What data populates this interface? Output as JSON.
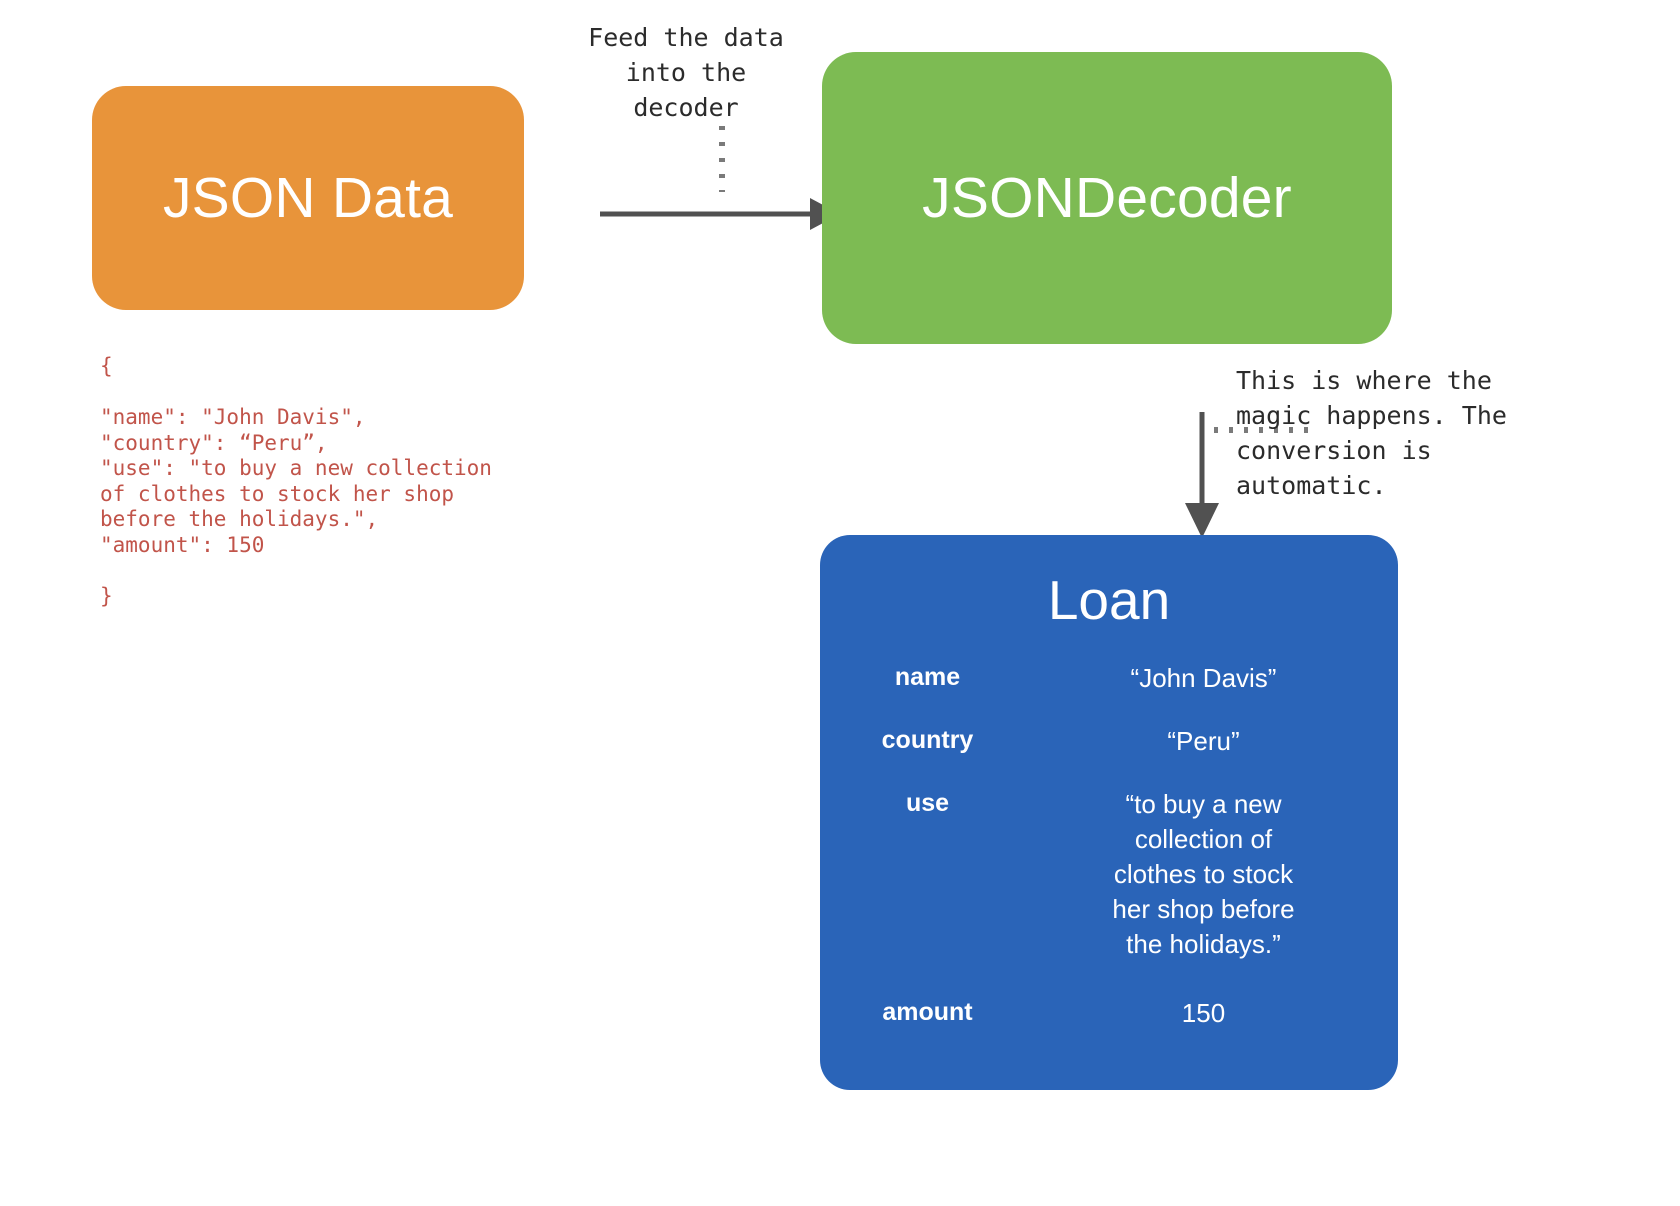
{
  "diagram": {
    "title": "JSON decoding flow",
    "colors": {
      "json_box": "#E8943A",
      "decoder_box": "#7DBB53",
      "loan_box": "#2A64B8",
      "code_text": "#C1544A",
      "arrow": "#515151",
      "annotation_text": "#2b2b2b",
      "background": "#FFFFFF"
    },
    "nodes": {
      "json_data": {
        "label": "JSON Data"
      },
      "decoder": {
        "label": "JSONDecoder"
      },
      "loan": {
        "label": "Loan"
      }
    },
    "annotations": {
      "feed": "Feed the data\ninto the\ndecoder",
      "magic": "This is where the\nmagic happens. The\nconversion is\nautomatic."
    },
    "json_code": "{\n\n\"name\": \"John Davis\",\n\"country\": “Peru”,\n\"use\": \"to buy a new collection\nof clothes to stock her shop\nbefore the holidays.\",\n\"amount\": 150\n\n}",
    "loan_properties": [
      {
        "key": "name",
        "value": "“John Davis”"
      },
      {
        "key": "country",
        "value": "“Peru”"
      },
      {
        "key": "use",
        "value": "“to buy a new\ncollection of\nclothes to stock\nher shop before\nthe holidays.”"
      },
      {
        "key": "amount",
        "value": "150"
      }
    ]
  }
}
